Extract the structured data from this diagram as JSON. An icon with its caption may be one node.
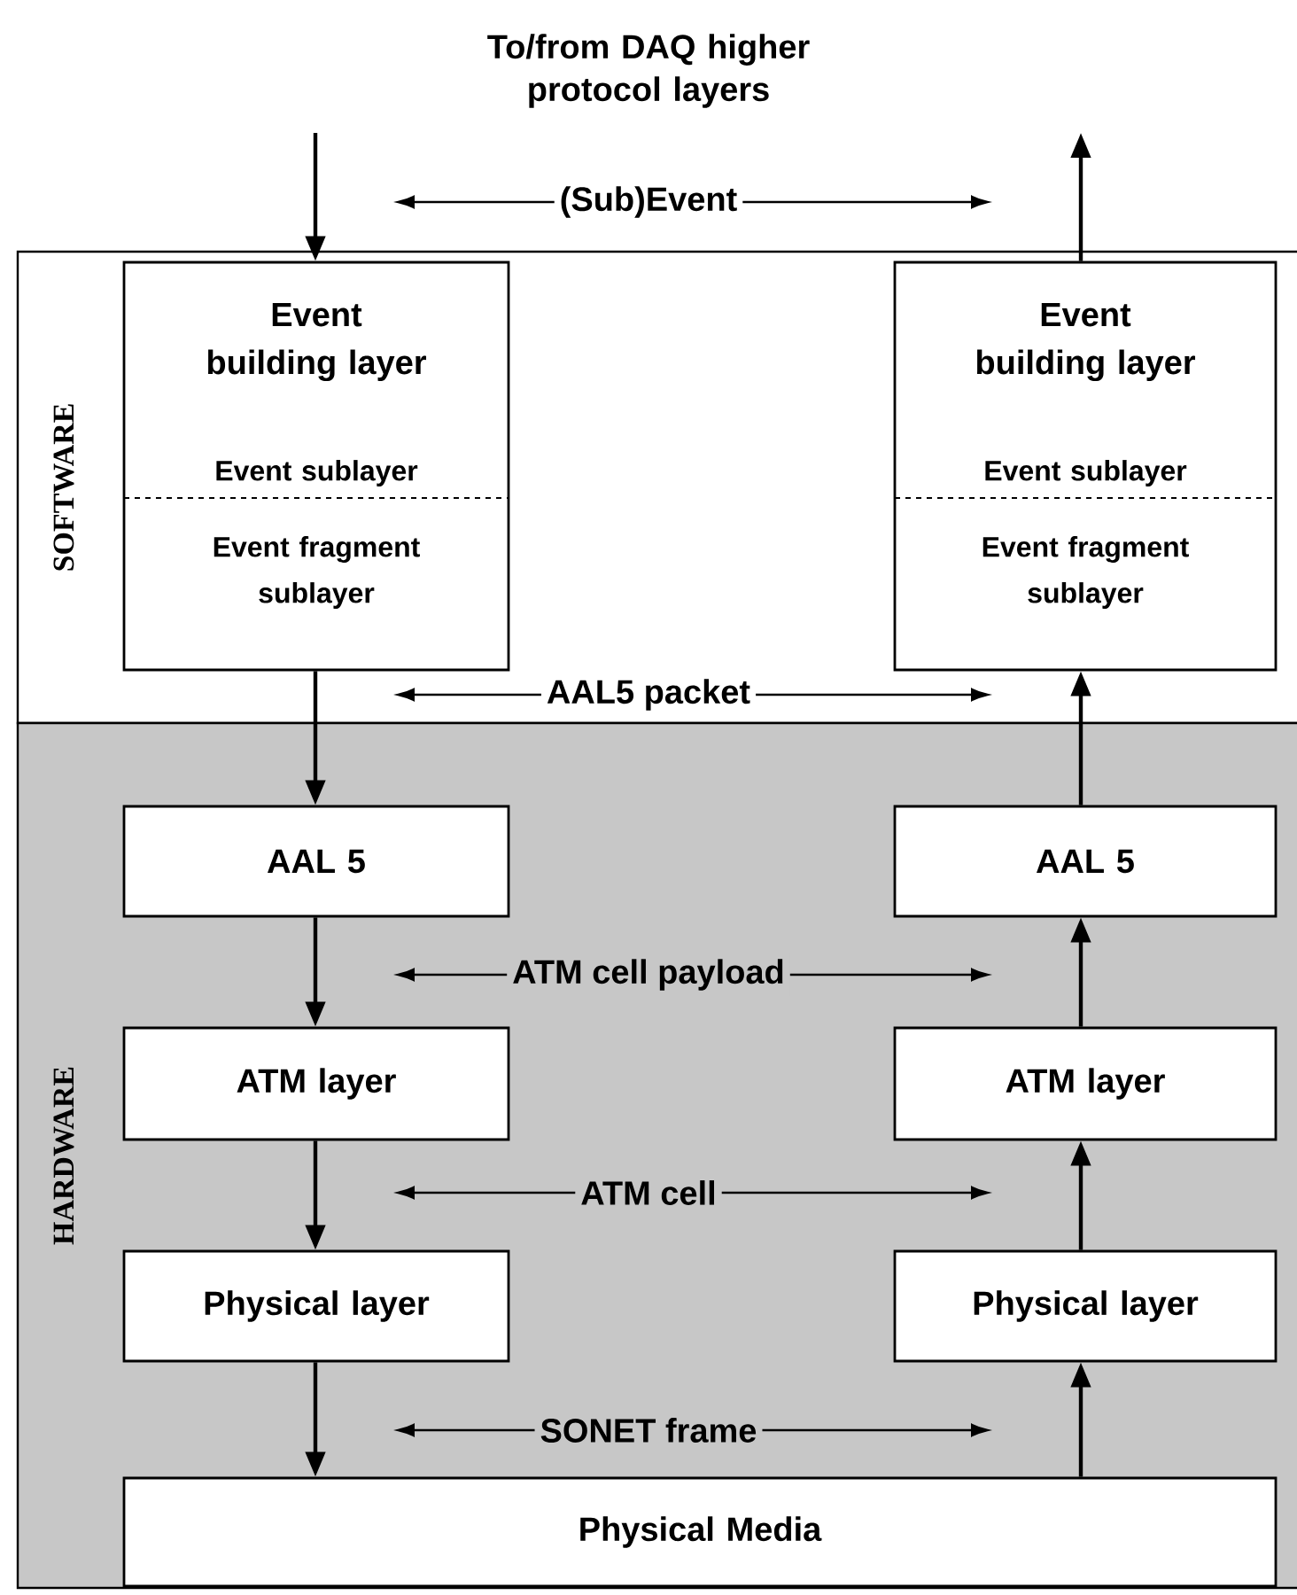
{
  "diagram": {
    "nodes": [
      {
        "text": [
          "SOFTWARE"
        ]
      },
      {
        "text": [
          "HARDWARE"
        ]
      },
      {
        "text": [
          "Event building layer",
          "Event sublayer",
          "Event fragment sublayer"
        ],
        "in": 0
      },
      {
        "text": [
          "Event building layer",
          "Event sublayer",
          "Event fragment sublayer"
        ],
        "in": 0
      },
      {
        "text": [
          "AAL 5"
        ],
        "in": 1
      },
      {
        "text": [
          "AAL 5"
        ],
        "in": 1
      },
      {
        "text": [
          "ATM layer"
        ],
        "in": 1
      },
      {
        "text": [
          "ATM layer"
        ],
        "in": 1
      },
      {
        "text": [
          "Physical layer"
        ],
        "in": 1
      },
      {
        "text": [
          "Physical layer"
        ],
        "in": 1
      },
      {
        "text": [
          "Physical Media"
        ],
        "in": 1
      }
    ],
    "edges": [
      {
        "from": null,
        "to": 2,
        "arrow": "to"
      },
      {
        "from": 2,
        "to": 4,
        "arrow": "to"
      },
      {
        "from": 4,
        "to": 6,
        "arrow": "to"
      },
      {
        "from": 6,
        "to": 8,
        "arrow": "to"
      },
      {
        "from": 8,
        "to": 10,
        "arrow": "to"
      },
      {
        "from": 10,
        "to": 9,
        "arrow": "to"
      },
      {
        "from": 9,
        "to": 7,
        "arrow": "to"
      },
      {
        "from": 7,
        "to": 5,
        "arrow": "to"
      },
      {
        "from": 5,
        "to": 3,
        "arrow": "to"
      },
      {
        "from": 3,
        "to": null,
        "arrow": "to"
      }
    ],
    "labels": [
      "To/from DAQ higher protocol layers",
      "(Sub)Event",
      "AAL5 packet",
      "ATM cell payload",
      "ATM cell",
      "SONET frame"
    ]
  }
}
